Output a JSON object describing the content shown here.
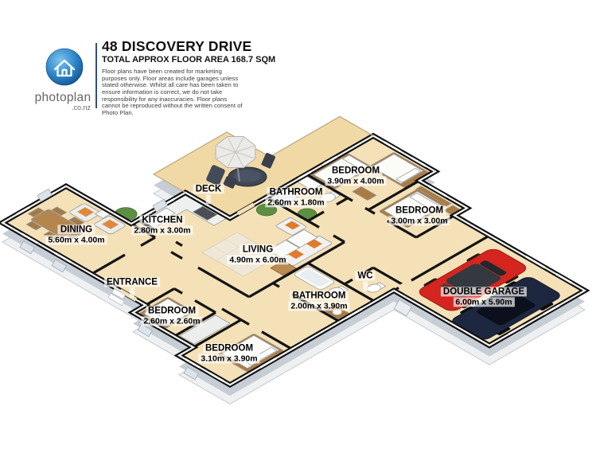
{
  "header": {
    "logo": {
      "brand": "photoplan",
      "domain": ".co.nz"
    },
    "title": "48 DISCOVERY DRIVE",
    "subtitle": "TOTAL APPROX FLOOR AREA 168.7 SQM",
    "disclaimer": "Floor plans have been created for marketing purposes only. Floor areas include garages unless stated otherwise. Whilst all care has been taken to ensure information is correct, we do not take responsibility for any inaccuracies. Floor plans cannot be reproduced without the written consent of Photo Plan."
  },
  "floorplan": {
    "rooms": [
      {
        "name": "DECK",
        "dims": ""
      },
      {
        "name": "KITCHEN",
        "dims": "2.80m x 3.00m"
      },
      {
        "name": "DINING",
        "dims": "5.60m x 4.00m"
      },
      {
        "name": "BATHROOM",
        "dims": "2.60m x 1.80m"
      },
      {
        "name": "BEDROOM",
        "dims": "3.90m x 4.00m"
      },
      {
        "name": "BEDROOM",
        "dims": "3.00m x 3.00m"
      },
      {
        "name": "LIVING",
        "dims": "4.90m x 6.00m"
      },
      {
        "name": "ENTRANCE",
        "dims": ""
      },
      {
        "name": "BEDROOM",
        "dims": "2.60m x 2.60m"
      },
      {
        "name": "BEDROOM",
        "dims": "3.10m x 3.90m"
      },
      {
        "name": "BATHROOM",
        "dims": "2.00m x 3.90m"
      },
      {
        "name": "WC",
        "dims": ""
      },
      {
        "name": "DOUBLE GARAGE",
        "dims": "6.00m x 5.90m"
      }
    ],
    "palette": {
      "floor": "#f4e1b8",
      "deck": "#f1d9a6",
      "wall_face": "#c7cdd4",
      "slab": "#eef0f2",
      "wall_line": "#141414",
      "car_red": "#d4251f",
      "car_navy": "#1e2740",
      "plant_green": "#5d8f43",
      "logo_blue": "#2e86c8"
    }
  }
}
